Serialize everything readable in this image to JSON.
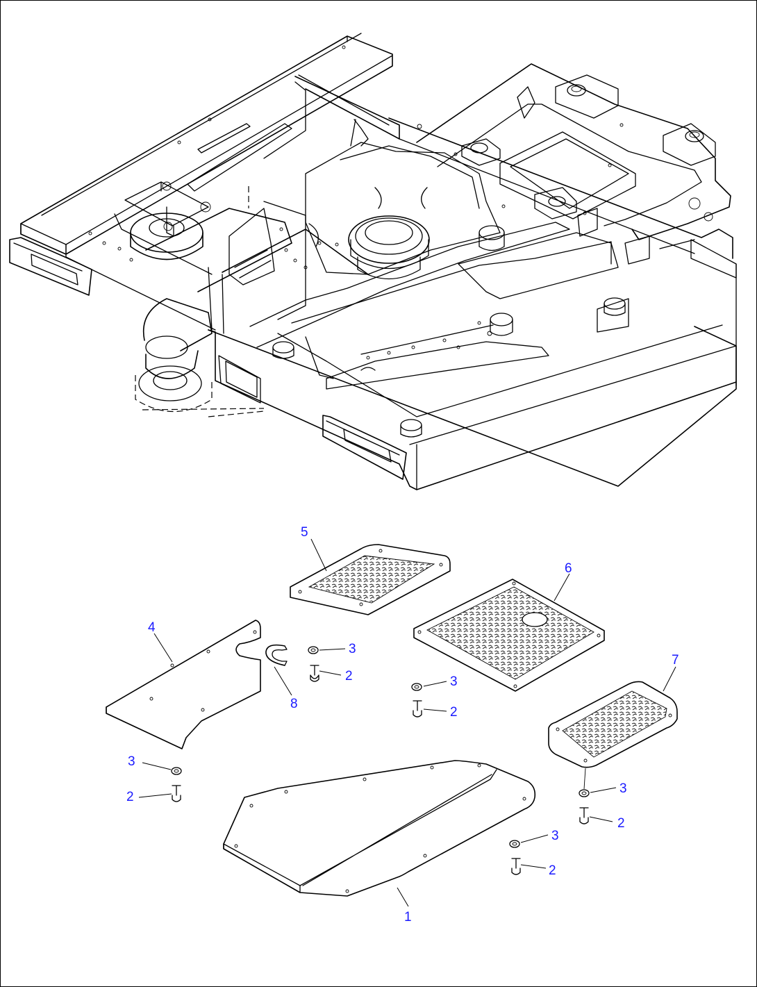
{
  "diagram": {
    "type": "exploded parts diagram",
    "callouts": [
      {
        "id": "c1",
        "label": "1"
      },
      {
        "id": "c2a",
        "label": "2"
      },
      {
        "id": "c2b",
        "label": "2"
      },
      {
        "id": "c2c",
        "label": "2"
      },
      {
        "id": "c2d",
        "label": "2"
      },
      {
        "id": "c2e",
        "label": "2"
      },
      {
        "id": "c3a",
        "label": "3"
      },
      {
        "id": "c3b",
        "label": "3"
      },
      {
        "id": "c3c",
        "label": "3"
      },
      {
        "id": "c3d",
        "label": "3"
      },
      {
        "id": "c3e",
        "label": "3"
      },
      {
        "id": "c4",
        "label": "4"
      },
      {
        "id": "c5",
        "label": "5"
      },
      {
        "id": "c6",
        "label": "6"
      },
      {
        "id": "c7",
        "label": "7"
      },
      {
        "id": "c8",
        "label": "8"
      }
    ]
  }
}
